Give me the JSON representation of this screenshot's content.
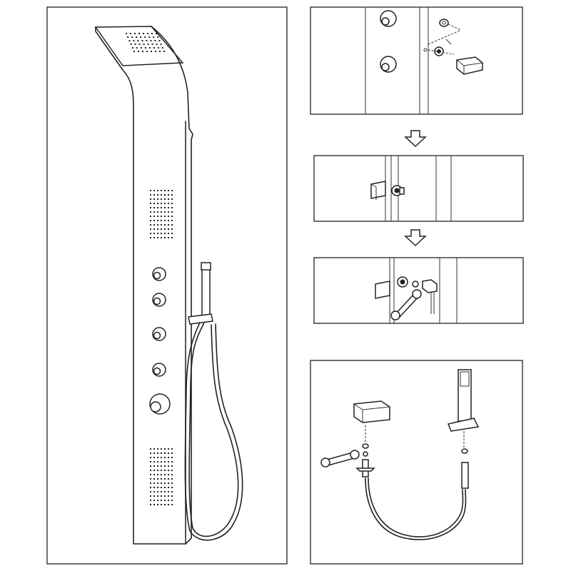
{
  "colors": {
    "line": "#222222",
    "background": "#ffffff"
  },
  "panels": [
    {
      "id": "full-shower-panel",
      "content": "shower-panel-with-hand-shower"
    },
    {
      "id": "step-1-wall-outlets",
      "content": "valve-knobs-and-outlet-parts"
    },
    {
      "id": "step-2-holder-mounted",
      "content": "holder-mounted-on-column"
    },
    {
      "id": "step-3-tighten-fitting",
      "content": "wrench-tightening-fitting"
    },
    {
      "id": "hose-connection-detail",
      "content": "hand-shower-hose-assembly"
    }
  ],
  "arrows": [
    "arrow-down-icon",
    "arrow-down-icon"
  ],
  "panel_features": {
    "body_nozzle_groups": 2,
    "control_knobs": 5,
    "has_rain_head": true,
    "has_hand_shower": true
  }
}
